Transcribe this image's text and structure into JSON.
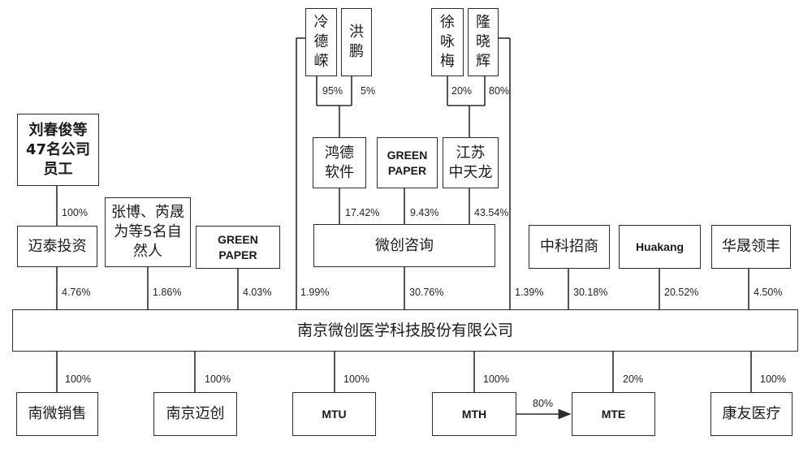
{
  "entities": {
    "leng_deshun": "冷德嵘",
    "hong_peng": "洪鹏",
    "xu_yongmei": "徐咏梅",
    "long_xiaohui": "隆晓辉",
    "liu_chunjun": "刘春俊等\n47名公司\n员工",
    "hongde": "鸿德\n软件",
    "green_paper_top": "GREEN\nPAPER",
    "jiangsu_zhongtianlong": "江苏\n中天龙",
    "zhang_bo": "张博、芮晟\n为等5名自\n然人",
    "maitai": "迈泰投资",
    "green_paper_mid": "GREEN\nPAPER",
    "weichuang_consulting": "微创咨询",
    "zhongke_zhaoshang": "中科招商",
    "huakang": "Huakang",
    "huasheng_lingfeng": "华晟领丰",
    "company": "南京微创医学科技股份有限公司",
    "nanwei_sales": "南微销售",
    "nanjing_maichuang": "南京迈创",
    "mtu": "MTU",
    "mth": "MTH",
    "mte": "MTE",
    "kangyou_medical": "康友医疗"
  },
  "percentages": {
    "leng_to_hongde": "95%",
    "hong_to_hongde": "5%",
    "xu_to_jiangsu": "20%",
    "long_to_jiangsu": "80%",
    "liu_to_maitai": "100%",
    "hongde_to_weichuang": "17.42%",
    "green_to_weichuang": "9.43%",
    "jiangsu_to_weichuang": "43.54%",
    "maitai_to_company": "4.76%",
    "zhangbo_to_company": "1.86%",
    "green_to_company": "4.03%",
    "leng_to_company": "1.99%",
    "weichuang_to_company": "30.76%",
    "long_to_company": "1.39%",
    "zhongke_to_company": "30.18%",
    "huakang_to_company": "20.52%",
    "huasheng_to_company": "4.50%",
    "company_to_nanwei": "100%",
    "company_to_maichuang": "100%",
    "company_to_mtu": "100%",
    "company_to_mth": "100%",
    "company_to_mte": "20%",
    "company_to_kangyou": "100%",
    "mth_to_mte": "80%"
  }
}
